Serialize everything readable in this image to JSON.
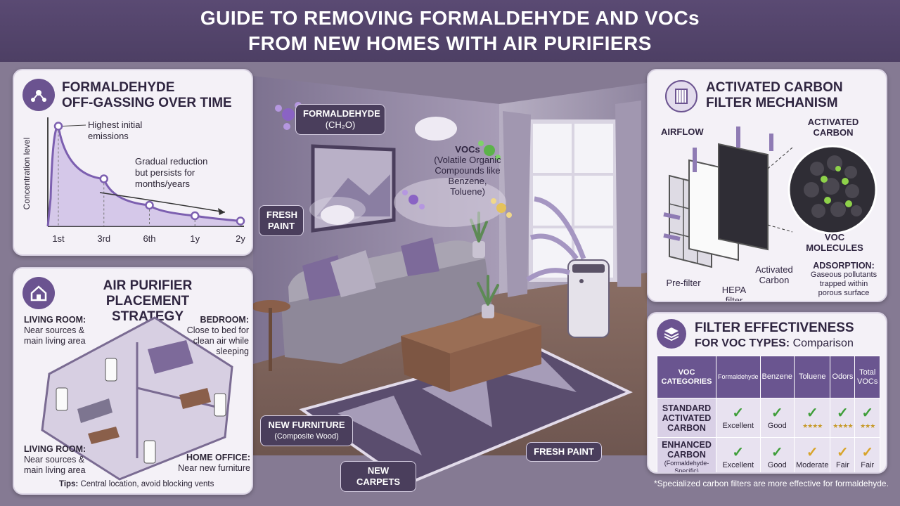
{
  "header": {
    "line1": "GUIDE TO REMOVING FORMALDEHYDE AND VOCs",
    "line2": "FROM NEW HOMES WITH AIR PURIFIERS"
  },
  "offgassing": {
    "title_line1": "FORMALDEHYDE",
    "title_line2": "OFF-GASSING OVER TIME",
    "icon": "molecule-icon",
    "ylabel": "Concentration level",
    "annot_peak_1": "Highest initial",
    "annot_peak_2": "emissions",
    "annot_reduce_1": "Gradual reduction",
    "annot_reduce_2": "but persists for",
    "annot_reduce_3": "months/years"
  },
  "chart_data": {
    "type": "area",
    "title": "FORMALDEHYDE OFF-GASSING OVER TIME",
    "xlabel": "",
    "ylabel": "Concentration level",
    "categories": [
      "1st",
      "3rd",
      "6th",
      "1y",
      "2y"
    ],
    "x_ticks": [
      "1st",
      "3rd",
      "6th",
      "1y",
      "2y"
    ],
    "series": [
      {
        "values": [
          0.95,
          0.45,
          0.2,
          0.1,
          0.05
        ]
      }
    ],
    "peak": {
      "value": 0.95
    },
    "ylim": [
      0,
      1
    ],
    "color": "#7c5fb0"
  },
  "placement": {
    "title_line1": "AIR PURIFIER",
    "title_line2": "PLACEMENT STRATEGY",
    "icon": "house-icon",
    "living1_title": "LIVING ROOM:",
    "living1_text1": "Near sources &",
    "living1_text2": "main living area",
    "bedroom_title": "BEDROOM:",
    "bedroom_text1": "Close to bed for",
    "bedroom_text2": "clean air while",
    "bedroom_text3": "sleeping",
    "living2_title": "LIVING ROOM:",
    "living2_text1": "Near sources &",
    "living2_text2": "main living area",
    "office_title": "HOME OFFICE:",
    "office_text": "Near new furniture",
    "tips_label": "Tips:",
    "tips_text": "Central location, avoid blocking vents"
  },
  "room": {
    "formaldehyde_1": "FORMALDEHYDE",
    "formaldehyde_2": "(CH₂O)",
    "vocs_title": "VOCs",
    "vocs_1": "(Volatile Organic",
    "vocs_2": "Compounds like",
    "vocs_3": "Benzene,",
    "vocs_4": "Toluene)",
    "fresh_paint_top_1": "FRESH",
    "fresh_paint_top_2": "PAINT",
    "new_furniture": "NEW FURNITURE",
    "new_furniture_sub": "(Composite Wood)",
    "new_carpets": "NEW CARPETS",
    "fresh_paint_bottom": "FRESH PAINT"
  },
  "carbon": {
    "title_line1": "ACTIVATED CARBON",
    "title_line2": "FILTER MECHANISM",
    "icon": "filter-icon",
    "airflow": "AIRFLOW",
    "activated_carbon_1": "ACTIVATED",
    "activated_carbon_2": "CARBON",
    "voc_molecules_1": "VOC",
    "voc_molecules_2": "MOLECULES",
    "prefilter": "Pre-filter",
    "hepa_1": "HEPA",
    "hepa_2": "filter",
    "activated_1": "Activated",
    "activated_2": "Carbon",
    "adsorption_title": "ADSORPTION:",
    "adsorption_1": "Gaseous pollutants",
    "adsorption_2": "trapped within",
    "adsorption_3": "porous surface"
  },
  "effectiveness": {
    "title_line1": "FILTER EFFECTIVENESS",
    "title_line2a": "FOR VOC TYPES:",
    "title_line2b": "Comparison",
    "icon": "layers-icon",
    "columns": [
      "VOC CATEGORIES",
      "Formaldehyde",
      "Benzene",
      "Toluene",
      "Odors",
      "Total VOCs"
    ],
    "rows": [
      {
        "category": "STANDARD ACTIVATED CARBON",
        "cells": [
          {
            "mark": "check",
            "color": "green",
            "rating": "Excellent"
          },
          {
            "mark": "check",
            "color": "green",
            "rating": "Good"
          },
          {
            "mark": "check",
            "color": "green",
            "rating": "★★★★"
          },
          {
            "mark": "check",
            "color": "green",
            "rating": "★★★★"
          },
          {
            "mark": "check",
            "color": "green",
            "rating": "★★★"
          }
        ]
      },
      {
        "category": "ENHANCED CARBON",
        "category_sub": "(Formaldehyde-Specific)",
        "cells": [
          {
            "mark": "check",
            "color": "green",
            "rating": "Excellent"
          },
          {
            "mark": "check",
            "color": "green",
            "rating": "Good"
          },
          {
            "mark": "check",
            "color": "yellow",
            "rating": "Moderate"
          },
          {
            "mark": "check",
            "color": "yellow",
            "rating": "Fair"
          },
          {
            "mark": "check",
            "color": "yellow",
            "rating": "Fair"
          }
        ]
      }
    ],
    "footnote": "*Specialized carbon filters are more effective for formaldehyde."
  }
}
